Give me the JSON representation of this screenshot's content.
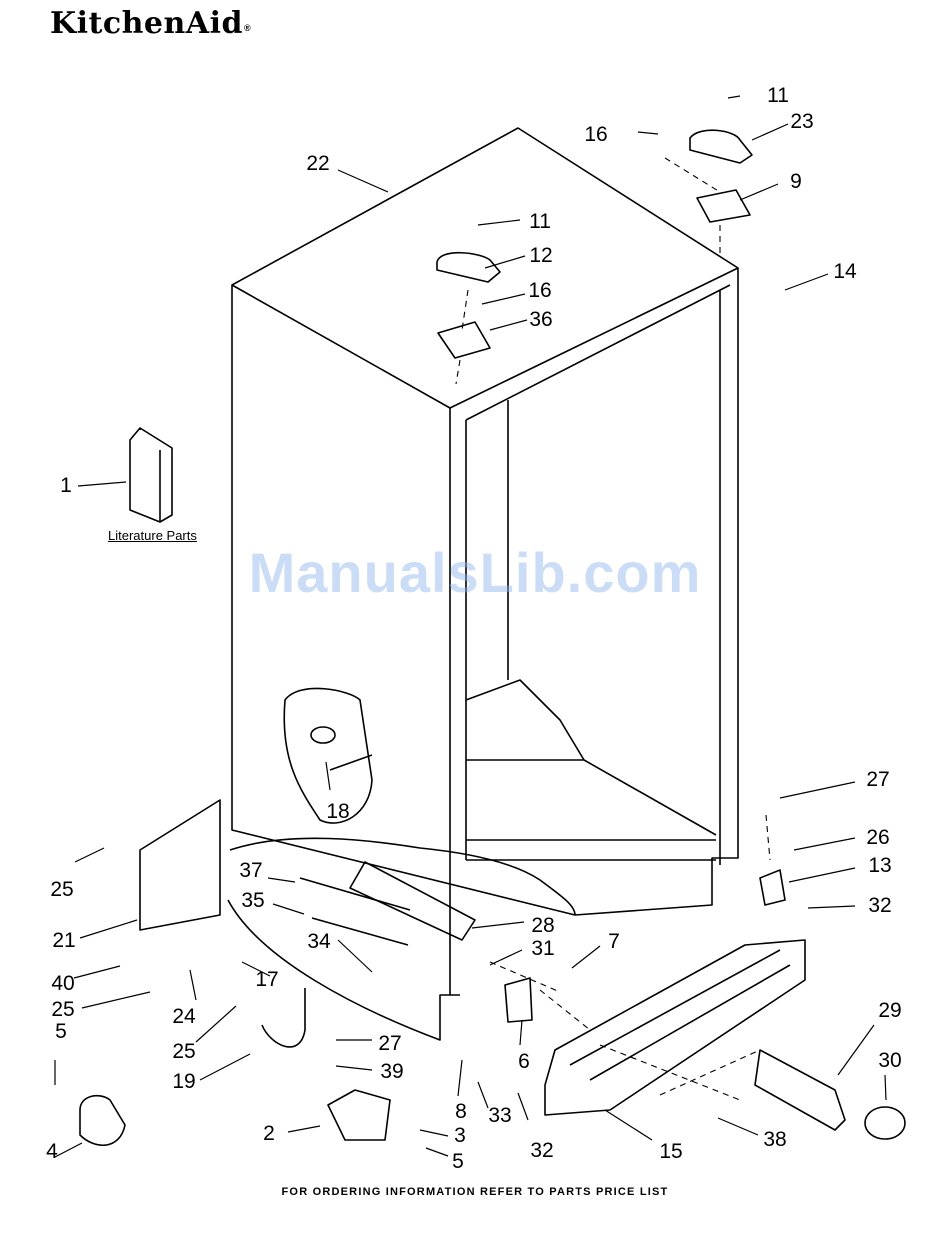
{
  "header": {
    "brand": "KitchenAid",
    "registered": "®"
  },
  "literature_label": "Literature Parts",
  "watermark": "ManualsLib.com",
  "footer": "FOR ORDERING INFORMATION REFER TO PARTS PRICE LIST",
  "colors": {
    "line": "#000000",
    "watermark": "#8cb4eb",
    "background": "#ffffff"
  },
  "callouts": [
    "22",
    "11",
    "23",
    "16",
    "9",
    "11",
    "12",
    "16",
    "36",
    "14",
    "1",
    "27",
    "26",
    "13",
    "32",
    "18",
    "25",
    "21",
    "37",
    "35",
    "28",
    "34",
    "31",
    "7",
    "40",
    "17",
    "25",
    "24",
    "29",
    "30",
    "6",
    "25",
    "27",
    "19",
    "39",
    "5",
    "8",
    "33",
    "4",
    "2",
    "3",
    "5",
    "32",
    "15",
    "38"
  ]
}
